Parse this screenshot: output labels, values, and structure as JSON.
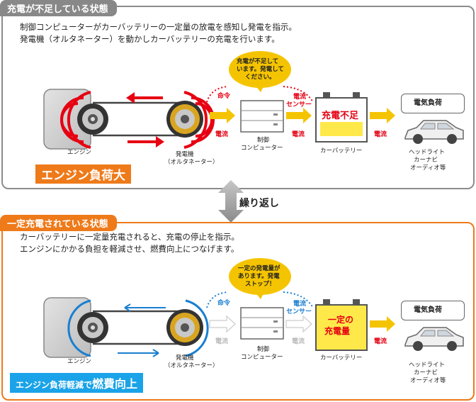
{
  "top": {
    "title": "充電が不足している状態",
    "desc1": "制御コンピューターがカーバッテリーの一定量の放電を感知し発電を指示。",
    "desc2": "発電機（オルタネーター）を動かしカーバッテリーの充電を行います。",
    "engine": "エンジン",
    "alt1": "発電機",
    "alt2": "（オルタネーター）",
    "cmd": "命令",
    "sensor1": "電流",
    "sensor2": "センサー",
    "current_a": "電流",
    "current_b": "電流",
    "current_c": "電流",
    "ecu1": "制御",
    "ecu2": "コンピューター",
    "bubble1": "充電が不足して",
    "bubble2": "います。発電して",
    "bubble3": "ください。",
    "battery_status": "充電不足",
    "battery": "カーバッテリー",
    "load": "電気負荷",
    "dev1": "ヘッドライト",
    "dev2": "カーナビ",
    "dev3": "オーディオ等",
    "badge": "エンジン負荷大"
  },
  "repeat": "繰り返し",
  "bottom": {
    "title": "一定充電されている状態",
    "desc1": "カーバッテリーに一定量充電されると、充電の停止を指示。",
    "desc2": "エンジンにかかる負担を軽減させ、燃費向上につなげます。",
    "engine": "エンジン",
    "alt1": "発電機",
    "alt2": "（オルタネーター）",
    "cmd": "命令",
    "sensor1": "電流",
    "sensor2": "センサー",
    "current_a": "電流",
    "current_b": "電流",
    "current_c": "電流",
    "ecu1": "制御",
    "ecu2": "コンピューター",
    "bubble1": "一定の発電量が",
    "bubble2": "あります。発電",
    "bubble3": "ストップ！",
    "battery_status1": "一定の",
    "battery_status2": "充電量",
    "battery": "カーバッテリー",
    "load": "電気負荷",
    "dev1": "ヘッドライト",
    "dev2": "カーナビ",
    "dev3": "オーディオ等",
    "badge_small": "エンジン負荷軽減で",
    "badge_big": "燃費向上"
  },
  "colors": {
    "top_accent": "#e60012",
    "bottom_accent": "#1a7fd0",
    "flow_yellow": "#f5c400",
    "badge_orange": "#ee7a1a",
    "badge_blue": "#1aa3e8",
    "tab_gray": "#888888",
    "tab_orange": "#ee7a1a"
  },
  "icons": [
    "engine-icon",
    "alternator-icon",
    "belt-icon",
    "ecu-box-icon",
    "battery-icon",
    "car-icon",
    "speech-bubble-icon",
    "cycle-arrow-icon"
  ]
}
